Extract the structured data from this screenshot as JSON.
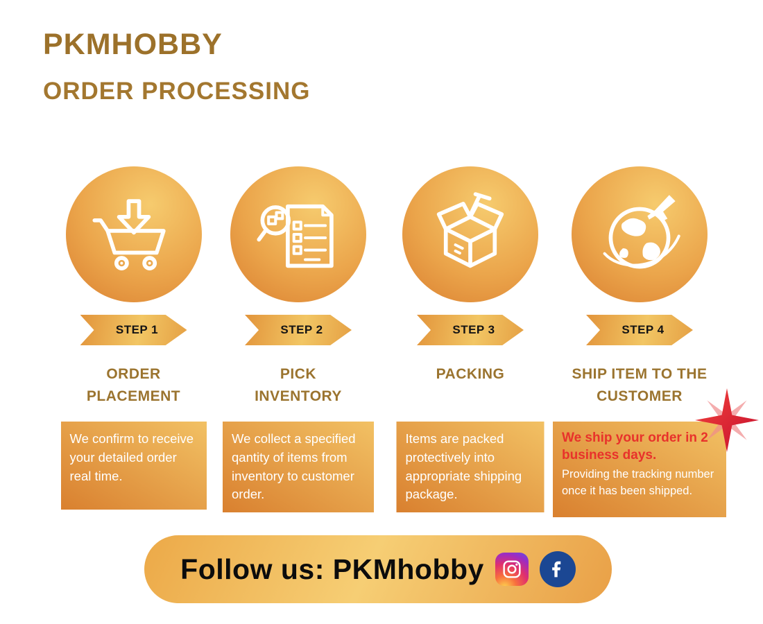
{
  "header": {
    "brand": "PKMHOBBY",
    "subtitle": "ORDER PROCESSING"
  },
  "steps": [
    {
      "badge": "STEP 1",
      "title": "ORDER PLACEMENT",
      "icon": "cart-download-icon",
      "description": "We confirm to receive your detailed order real time."
    },
    {
      "badge": "STEP 2",
      "title": "PICK INVENTORY",
      "icon": "pick-inventory-icon",
      "description": "We collect a specified qantity of items from inventory to customer order."
    },
    {
      "badge": "STEP 3",
      "title": "PACKING",
      "icon": "packing-box-icon",
      "description": "Items are packed protectively into appropriate shipping package."
    },
    {
      "badge": "STEP 4",
      "title": "SHIP ITEM TO THE CUSTOMER",
      "icon": "globe-airplane-icon",
      "highlight": "We ship your order in 2 business days.",
      "description": "Providing the tracking number once it has been shipped."
    }
  ],
  "footer": {
    "label": "Follow us: PKMhobby",
    "icons": [
      "instagram-icon",
      "facebook-icon"
    ]
  },
  "colors": {
    "brand_text": "#9C712A",
    "gold_light": "#F5C96E",
    "gold_dark": "#DA7F30",
    "highlight_red": "#E8322B",
    "facebook_blue": "#1B4793",
    "text_on_gold": "#FFFFFF"
  }
}
